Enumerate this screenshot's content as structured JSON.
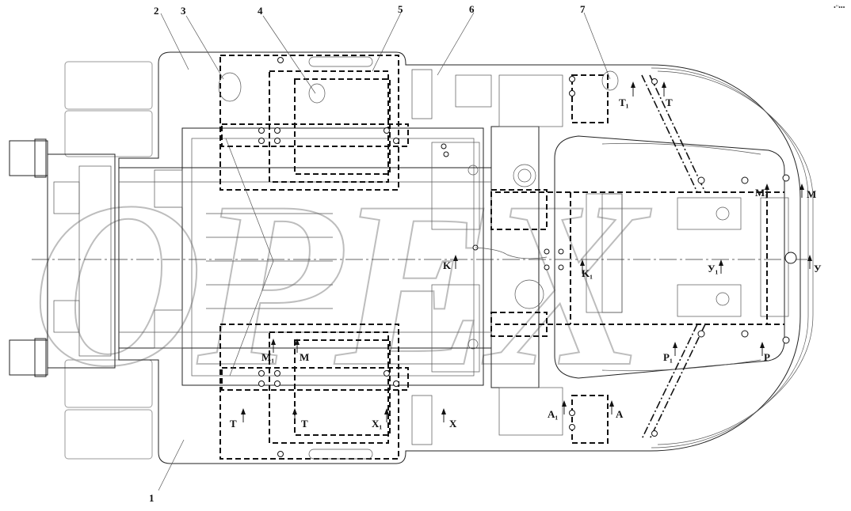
{
  "watermark": "OPEX",
  "corner_mark": "•\"•••",
  "callouts": [
    "1",
    "2",
    "3",
    "4",
    "5",
    "6",
    "7"
  ],
  "sections": {
    "T1": "T₁",
    "T": "T",
    "M": "M",
    "M1": "M₁",
    "K": "K",
    "K1": "K₁",
    "U": "У",
    "U1": "У₁",
    "P": "P",
    "P1": "P₁",
    "A": "A",
    "A1": "A₁",
    "X": "X",
    "X1": "X₁"
  },
  "colors": {
    "line": "#222222",
    "watermark": "#bdbdbd",
    "background": "#ffffff"
  }
}
